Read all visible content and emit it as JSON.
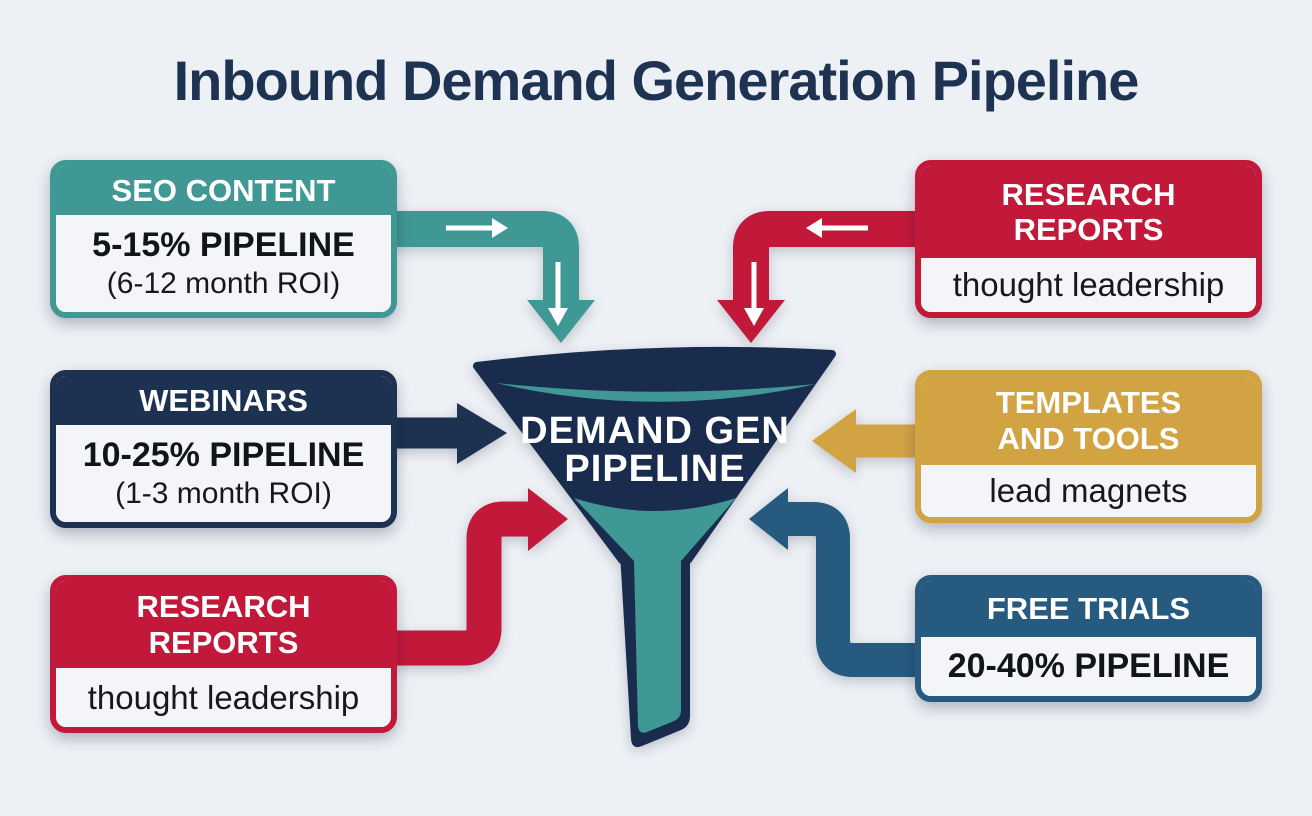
{
  "title": "Inbound Demand Generation Pipeline",
  "funnel": {
    "label_lines": [
      "DEMAND GEN",
      "PIPELINE"
    ]
  },
  "boxes": {
    "seo_content": {
      "header_lines": [
        "SEO CONTENT"
      ],
      "metric": "5-15% PIPELINE",
      "note": "(6-12 month ROI)",
      "color": "#3f9894"
    },
    "webinars": {
      "header_lines": [
        "WEBINARS"
      ],
      "metric": "10-25% PIPELINE",
      "note": "(1-3 month ROI)",
      "color": "#1d3150"
    },
    "research_reports_left": {
      "header_lines": [
        "RESEARCH",
        "REPORTS"
      ],
      "note": "thought leadership",
      "color": "#c2183a"
    },
    "research_reports_right": {
      "header_lines": [
        "RESEARCH",
        "REPORTS"
      ],
      "note": "thought leadership",
      "color": "#c2183a"
    },
    "templates_and_tools": {
      "header_lines": [
        "TEMPLATES",
        "AND TOOLS"
      ],
      "note": "lead magnets",
      "color": "#d2a342"
    },
    "free_trials": {
      "header_lines": [
        "FREE TRIALS"
      ],
      "metric": "20-40% PIPELINE",
      "color": "#265a7e"
    }
  },
  "colors": {
    "background": "#edf0f4",
    "panel": "#f3f5f8",
    "navy": "#1d3150",
    "teal": "#3f9894",
    "red": "#c2183a",
    "gold": "#d2a342",
    "steel_blue": "#265a7e",
    "funnel_navy": "#1a2c4e",
    "title_text": "#1e3252"
  }
}
